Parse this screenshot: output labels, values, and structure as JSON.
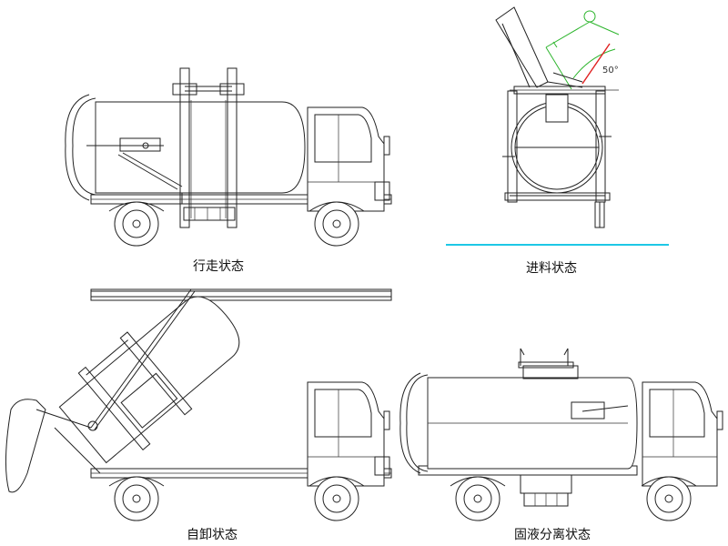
{
  "captions": {
    "travel": "行走状态",
    "feeding": "进料状态",
    "self_dump": "自卸状态",
    "separation": "固液分离状态"
  },
  "annotation": {
    "angle": "50°"
  },
  "colors": {
    "line": "#222222",
    "accent_green": "#2db52d",
    "accent_red": "#e02020",
    "divider_cyan": "#1ec8e6"
  }
}
